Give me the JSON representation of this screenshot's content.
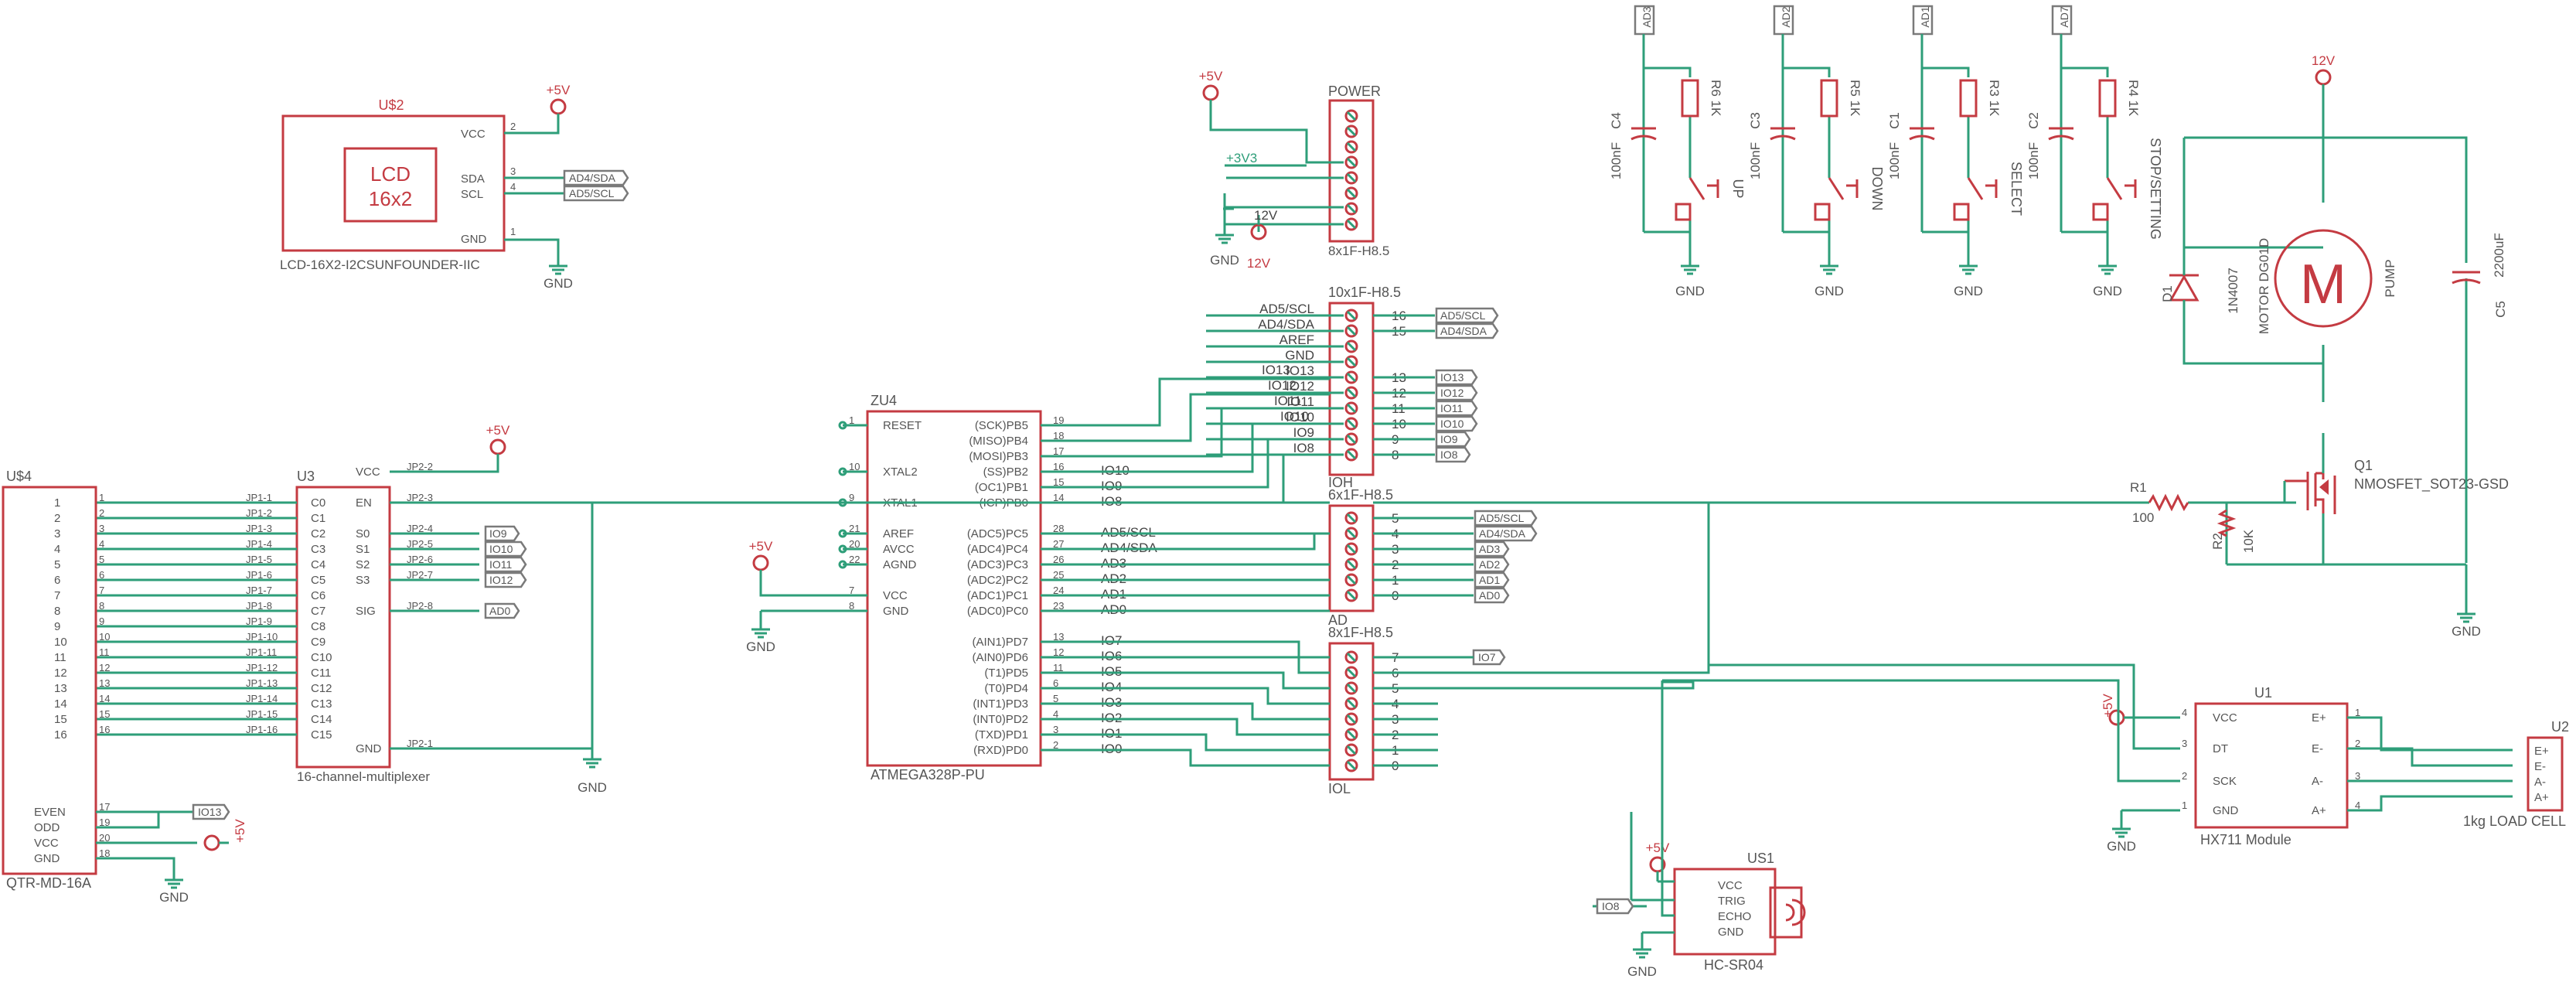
{
  "colors": {
    "wire": "#2e9e79",
    "device": "#c43b42",
    "label": "#555555",
    "background": "#ffffff"
  },
  "lcd": {
    "ref": "U$2",
    "line1": "LCD",
    "line2": "16x2",
    "pins": [
      "VCC",
      "SDA",
      "SCL",
      "GND"
    ],
    "pin_nums": [
      "2",
      "3",
      "4",
      "1"
    ],
    "name": "LCD-16X2-I2CSUNFOUNDER-IIC",
    "supply": "+5V",
    "gnd": "GND",
    "tags": [
      "AD4/SDA",
      "AD5/SCL"
    ]
  },
  "power": {
    "ref": "POWER",
    "package": "8x1F-H8.5",
    "v33": "+3V3",
    "v12": "12V",
    "supply": "+5V",
    "gnd": "GND"
  },
  "buttons": [
    {
      "tag": "AD3",
      "cap": "C4",
      "cap_val": "100nF",
      "res": "R6",
      "res_val": "1K",
      "label": "UP"
    },
    {
      "tag": "AD2",
      "cap": "C3",
      "cap_val": "100nF",
      "res": "R5",
      "res_val": "1K",
      "label": "DOWN"
    },
    {
      "tag": "AD1",
      "cap": "C1",
      "cap_val": "100nF",
      "res": "R3",
      "res_val": "1K",
      "label": "SELECT"
    },
    {
      "tag": "AD7",
      "cap": "C2",
      "cap_val": "100nF",
      "res": "R4",
      "res_val": "1K",
      "label": "STOP/SETTING"
    }
  ],
  "pump": {
    "supply": "12V",
    "diode": "D1",
    "diode_val": "1N4007",
    "motor_ref": "MOTOR DG01D",
    "motor_symbol": "M",
    "label": "PUMP",
    "cap": "C5",
    "cap_val": "2200uF",
    "mosfet": "Q1",
    "mosfet_val": "NMOSFET_SOT23-GSD",
    "r1": "R1",
    "r1_val": "100",
    "r2": "R2",
    "r2_val": "10K",
    "gnd": "GND"
  },
  "ioh": {
    "ref": "IOH",
    "package": "10x1F-H8.5",
    "left_labels": [
      "AD5/SCL",
      "AD4/SDA",
      "AREF",
      "GND",
      "IO13",
      "IO12",
      "IO11",
      "IO10",
      "IO9",
      "IO8"
    ],
    "pin_nums": [
      "16",
      "15",
      "",
      "",
      "13",
      "12",
      "11",
      "10",
      "9",
      "8"
    ],
    "tags": [
      "AD5/SCL",
      "AD4/SDA",
      "",
      "",
      "IO13",
      "IO12",
      "IO11",
      "IO10",
      "IO9",
      "IO8"
    ]
  },
  "ad": {
    "ref": "AD",
    "package": "6x1F-H8.5",
    "pin_nums": [
      "5",
      "4",
      "3",
      "2",
      "1",
      "0"
    ],
    "tags": [
      "AD5/SCL",
      "AD4/SDA",
      "AD3",
      "AD2",
      "AD1",
      "AD0"
    ]
  },
  "iol": {
    "ref": "IOL",
    "package": "8x1F-H8.5",
    "pin_nums": [
      "7",
      "6",
      "5",
      "4",
      "3",
      "2",
      "1",
      "0"
    ],
    "tags": [
      "IO7"
    ]
  },
  "mcu": {
    "ref": "ZU4",
    "name": "ATMEGA328P-PU",
    "left_pins": [
      {
        "name": "RESET",
        "num": "1"
      },
      {
        "name": "XTAL2",
        "num": "10"
      },
      {
        "name": "XTAL1",
        "num": "9"
      },
      {
        "name": "AREF",
        "num": "21"
      },
      {
        "name": "AVCC",
        "num": "20"
      },
      {
        "name": "AGND",
        "num": "22"
      },
      {
        "name": "VCC",
        "num": "7"
      },
      {
        "name": "GND",
        "num": "8"
      }
    ],
    "right_pins_b": [
      {
        "name": "(SCK)PB5",
        "num": "19",
        "net": ""
      },
      {
        "name": "(MISO)PB4",
        "num": "18",
        "net": ""
      },
      {
        "name": "(MOSI)PB3",
        "num": "17",
        "net": ""
      },
      {
        "name": "(SS)PB2",
        "num": "16",
        "net": "IO10"
      },
      {
        "name": "(OC1)PB1",
        "num": "15",
        "net": "IO9"
      },
      {
        "name": "(ICP)PB0",
        "num": "14",
        "net": "IO8"
      }
    ],
    "right_pins_c": [
      {
        "name": "(ADC5)PC5",
        "num": "28",
        "net": "AD5/SCL"
      },
      {
        "name": "(ADC4)PC4",
        "num": "27",
        "net": "AD4/SDA"
      },
      {
        "name": "(ADC3)PC3",
        "num": "26",
        "net": "AD3"
      },
      {
        "name": "(ADC2)PC2",
        "num": "25",
        "net": "AD2"
      },
      {
        "name": "(ADC1)PC1",
        "num": "24",
        "net": "AD1"
      },
      {
        "name": "(ADC0)PC0",
        "num": "23",
        "net": "AD0"
      }
    ],
    "right_pins_d": [
      {
        "name": "(AIN1)PD7",
        "num": "13",
        "net": "IO7"
      },
      {
        "name": "(AIN0)PD6",
        "num": "12",
        "net": "IO6"
      },
      {
        "name": "(T1)PD5",
        "num": "11",
        "net": "IO5"
      },
      {
        "name": "(T0)PD4",
        "num": "6",
        "net": "IO4"
      },
      {
        "name": "(INT1)PD3",
        "num": "5",
        "net": "IO3"
      },
      {
        "name": "(INT0)PD2",
        "num": "4",
        "net": "IO2"
      },
      {
        "name": "(TXD)PD1",
        "num": "3",
        "net": "IO1"
      },
      {
        "name": "(RXD)PD0",
        "num": "2",
        "net": "IO0"
      }
    ],
    "supply": "+5V",
    "gnd": "GND",
    "ioh_labels": [
      "IO13",
      "IO12",
      "IO11",
      "IO10"
    ]
  },
  "mux": {
    "ref": "U3",
    "name": "16-channel-multiplexer",
    "left": [
      "C0",
      "C1",
      "C2",
      "C3",
      "C4",
      "C5",
      "C6",
      "C7",
      "C8",
      "C9",
      "C10",
      "C11",
      "C12",
      "C13",
      "C14",
      "C15"
    ],
    "left_jp": [
      "JP1-1",
      "JP1-2",
      "JP1-3",
      "JP1-4",
      "JP1-5",
      "JP1-6",
      "JP1-7",
      "JP1-8",
      "JP1-9",
      "JP1-10",
      "JP1-11",
      "JP1-12",
      "JP1-13",
      "JP1-14",
      "JP1-15",
      "JP1-16"
    ],
    "right": [
      "VCC",
      "EN",
      "S0",
      "S1",
      "S2",
      "S3",
      "SIG",
      "GND"
    ],
    "right_jp": [
      "JP2-2",
      "JP2-3",
      "JP2-4",
      "JP2-5",
      "JP2-6",
      "JP2-7",
      "JP2-8",
      "JP2-1"
    ],
    "tags": [
      "IO9",
      "IO10",
      "IO11",
      "IO12",
      "AD0"
    ],
    "supply": "+5V",
    "gnd": "GND"
  },
  "qtr": {
    "ref": "U$4",
    "name": "QTR-MD-16A",
    "pins": [
      "1",
      "2",
      "3",
      "4",
      "5",
      "6",
      "7",
      "8",
      "9",
      "10",
      "11",
      "12",
      "13",
      "14",
      "15",
      "16"
    ],
    "bottom": [
      {
        "name": "EVEN",
        "num": "17"
      },
      {
        "name": "ODD",
        "num": "19"
      },
      {
        "name": "VCC",
        "num": "20"
      },
      {
        "name": "GND",
        "num": "18"
      }
    ],
    "tag": "IO13",
    "supply": "+5V",
    "gnd": "GND"
  },
  "hx711": {
    "ref": "U1",
    "name": "HX711 Module",
    "left": [
      "VCC",
      "DT",
      "SCK",
      "GND"
    ],
    "left_nums": [
      "4",
      "3",
      "2",
      "1"
    ],
    "right": [
      "E+",
      "E-",
      "A-",
      "A+"
    ],
    "right_nums": [
      "1",
      "2",
      "3",
      "4"
    ],
    "supply": "+5V",
    "gnd": "GND"
  },
  "loadcell": {
    "ref": "U2",
    "name": "1kg LOAD CELL",
    "pins": [
      "E+",
      "E-",
      "A-",
      "A+"
    ]
  },
  "sonar": {
    "ref": "US1",
    "name": "HC-SR04",
    "pins": [
      "VCC",
      "TRIG",
      "ECHO",
      "GND"
    ],
    "tag": "IO8",
    "supply": "+5V",
    "gnd": "GND"
  }
}
